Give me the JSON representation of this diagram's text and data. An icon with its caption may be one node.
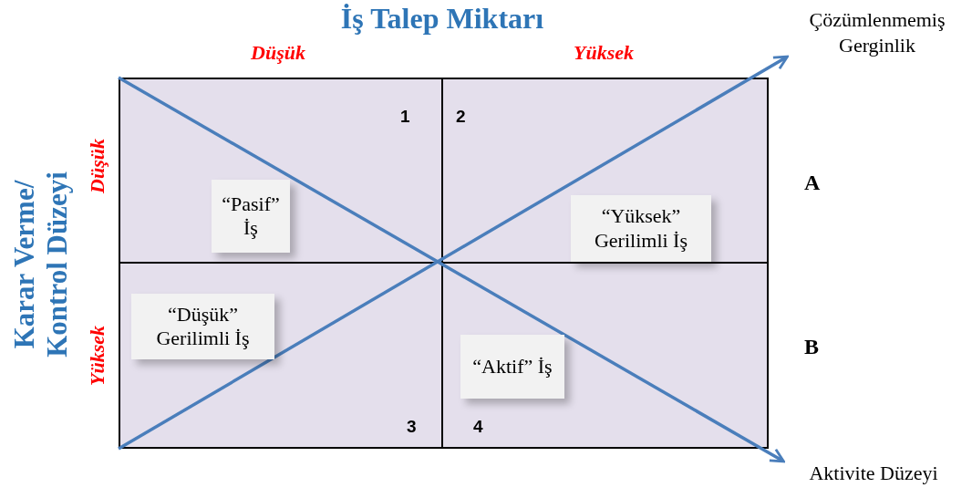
{
  "diagram": {
    "title": "İş Talep Miktarı",
    "nodes": [
      {
        "text": [
          "1"
        ]
      },
      {
        "text": [
          "“Pasif” İş"
        ],
        "in": 0
      },
      {
        "text": [
          "2"
        ]
      },
      {
        "text": [
          "“Yüksek” Gerilimli İş"
        ],
        "in": 2
      },
      {
        "text": [
          "3"
        ]
      },
      {
        "text": [
          "“Düşük” Gerilimli İş"
        ],
        "in": 4
      },
      {
        "text": [
          "4"
        ]
      },
      {
        "text": [
          "“Aktif” İş"
        ],
        "in": 6
      },
      {
        "text": [
          "Çözümlenmemiş Gerginlik"
        ]
      },
      {
        "text": [
          "Aktivite Düzeyi"
        ]
      }
    ],
    "edges": [
      {
        "from": 4,
        "to": 8,
        "arrow": "to"
      },
      {
        "from": 0,
        "to": 9,
        "arrow": "to"
      }
    ],
    "labels": [
      "Düşük",
      "Yüksek",
      "Karar Verme/ Kontrol Düzeyi",
      "Düşük",
      "Yüksek",
      "A",
      "B"
    ]
  }
}
